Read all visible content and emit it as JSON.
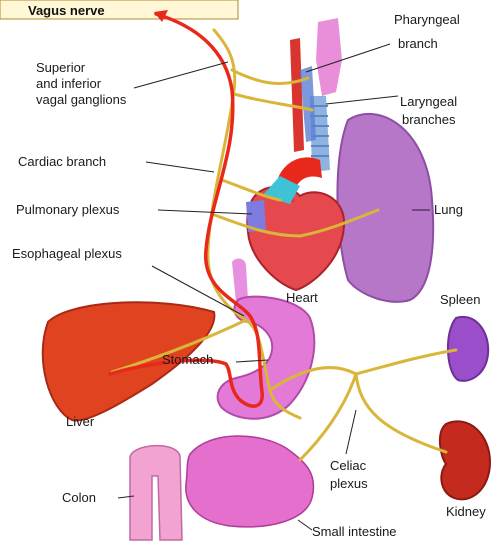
{
  "labels": {
    "vagus": "Vagus nerve",
    "ganglia_1": "Superior",
    "ganglia_2": "and inferior",
    "ganglia_3": "vagal ganglions",
    "cardiac": "Cardiac branch",
    "pulmonary": "Pulmonary plexus",
    "esophageal": "Esophageal plexus",
    "stomach": "Stomach",
    "liver": "Liver",
    "colon": "Colon",
    "pharyngeal_1": "Pharyngeal",
    "pharyngeal_2": "branch",
    "laryngeal_1": "Laryngeal",
    "laryngeal_2": "branches",
    "lung": "Lung",
    "heart": "Heart",
    "spleen": "Spleen",
    "celiac_1": "Celiac",
    "celiac_2": "plexus",
    "kidney": "Kidney",
    "small_intestine": "Small intestine"
  },
  "colors": {
    "nerve": "#d9b63a",
    "trace": "#e8281a",
    "lung": "#b777c9",
    "liver": "#e0431f",
    "stomach": "#e37ad8",
    "heart": "#e5484d",
    "kidney": "#c42b1e",
    "spleen": "#9a4ec9",
    "title_box": "#fff7d6"
  }
}
